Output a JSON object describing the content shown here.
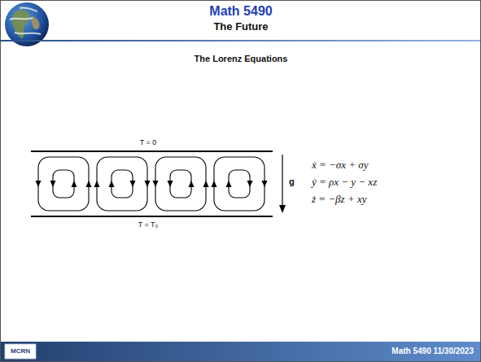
{
  "diagram": {
    "title": "Math 5490",
    "labels": [
      "The Future",
      "The Lorenz Equations",
      "T = 0",
      "T = T₀",
      "g",
      "ẋ = −σx + σy",
      "ẏ = ρx − y − xz",
      "ż = −βz + xy",
      "MCRN",
      "Math 5490 11/30/2023"
    ]
  }
}
